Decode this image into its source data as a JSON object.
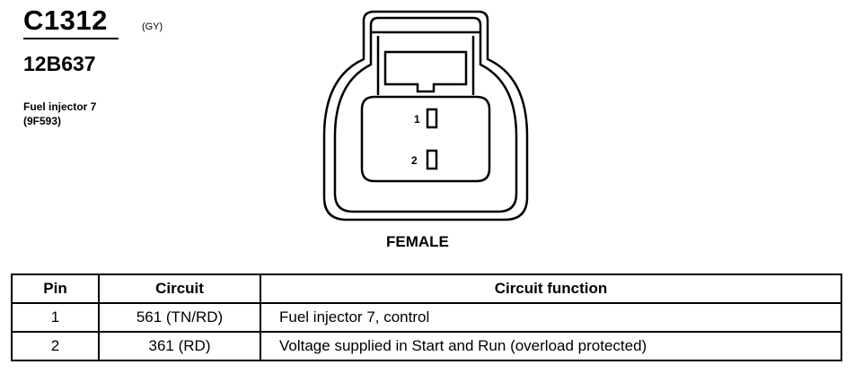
{
  "connector": {
    "id": "C1312",
    "color": "(GY)",
    "part_number": "12B637",
    "description": [
      "Fuel injector 7",
      "(9F593)"
    ],
    "view": "FEMALE",
    "pin_labels": [
      "1",
      "2"
    ]
  },
  "table": {
    "headers": {
      "pin": "Pin",
      "circuit": "Circuit",
      "function": "Circuit function"
    },
    "rows": [
      {
        "pin": "1",
        "circuit": "561 (TN/RD)",
        "function": "Fuel injector 7, control"
      },
      {
        "pin": "2",
        "circuit": "361 (RD)",
        "function": "Voltage supplied in Start and Run (overload protected)"
      }
    ]
  }
}
